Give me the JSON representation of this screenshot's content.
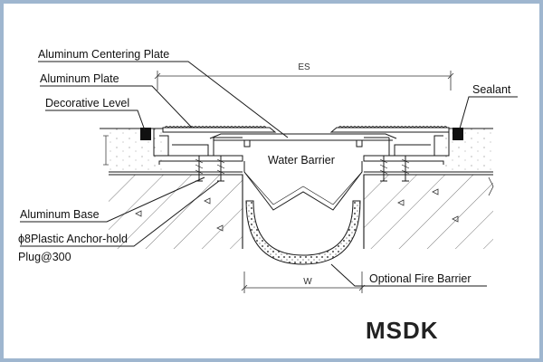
{
  "labels": {
    "centering_plate": "Aluminum Centering Plate",
    "aluminum_plate": "Aluminum Plate",
    "decorative_level": "Decorative Level",
    "sealant": "Sealant",
    "water_barrier": "Water Barrier",
    "aluminum_base": "Aluminum Base",
    "anchor_line1": "ϕ8Plastic Anchor-hold",
    "anchor_line2": "Plug@300",
    "fire_barrier": "Optional Fire Barrier"
  },
  "dimensions": {
    "es": "ES",
    "w": "W"
  },
  "brand": {
    "logo": "MSDK"
  },
  "colors": {
    "frame": "#9fb6cf",
    "line": "#1a1a1a",
    "fire_barrier": "#777777"
  }
}
